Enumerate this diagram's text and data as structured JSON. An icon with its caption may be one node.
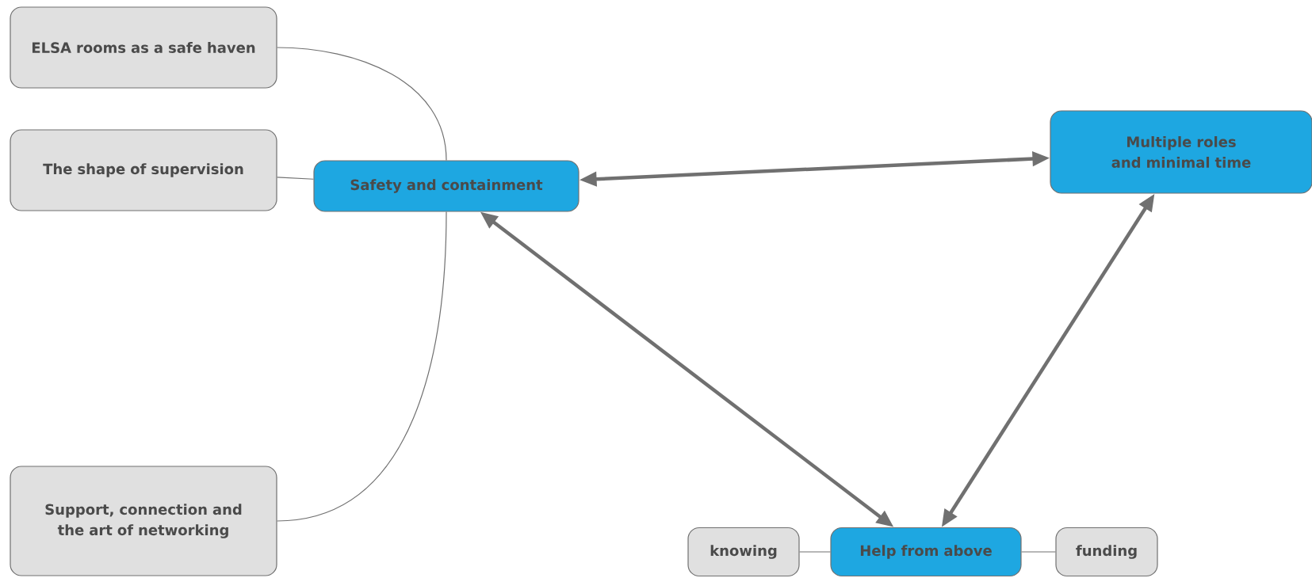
{
  "diagram": {
    "nodes": [
      {
        "text": [
          "ELSA rooms as a safe haven"
        ]
      },
      {
        "text": [
          "The shape of supervision"
        ]
      },
      {
        "text": [
          "Support, connection and the art of networking"
        ]
      },
      {
        "text": [
          "Safety and containment"
        ]
      },
      {
        "text": [
          "Multiple roles and minimal time"
        ]
      },
      {
        "text": [
          "knowing"
        ]
      },
      {
        "text": [
          "Help from above"
        ]
      },
      {
        "text": [
          "funding"
        ]
      }
    ],
    "edges": [
      {
        "from": 0,
        "to": 3,
        "arrow": "none"
      },
      {
        "from": 1,
        "to": 3,
        "arrow": "none"
      },
      {
        "from": 2,
        "to": 3,
        "arrow": "none"
      },
      {
        "from": 3,
        "to": 4,
        "arrow": "both",
        "style": "thick"
      },
      {
        "from": 3,
        "to": 6,
        "arrow": "both",
        "style": "thick"
      },
      {
        "from": 4,
        "to": 6,
        "arrow": "both",
        "style": "thick"
      },
      {
        "from": 5,
        "to": 6,
        "arrow": "none"
      },
      {
        "from": 6,
        "to": 7,
        "arrow": "none"
      }
    ]
  }
}
